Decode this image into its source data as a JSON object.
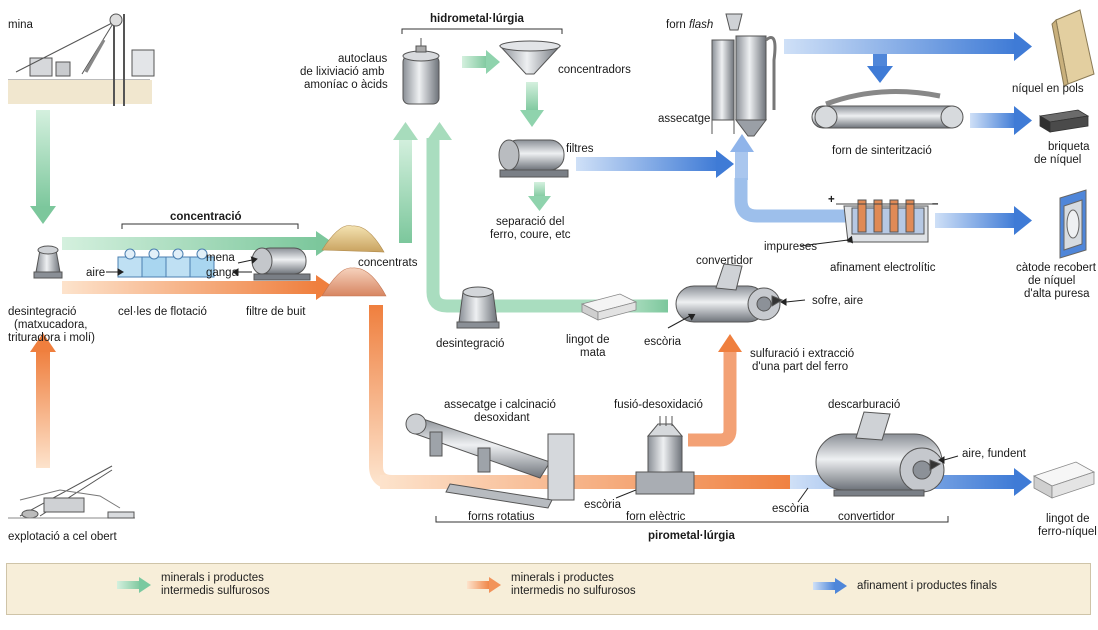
{
  "labels": {
    "mina": "mina",
    "explotacio": "explotació a cel obert",
    "desintegracio1_l1": "desintegració",
    "desintegracio1_l2": "(matxucadora,",
    "desintegracio1_l3": "trituradora i molí)",
    "concentracio": "concentració",
    "celles": "cel·les de flotació",
    "filtre": "filtre de buit",
    "aire": "aire",
    "mena": "mena",
    "ganga": "ganga",
    "concentrats": "concentrats",
    "hidro": "hidrometal·lúrgia",
    "autoclaus_l1": "autoclaus",
    "autoclaus_l2": "de lixiviació amb",
    "autoclaus_l3": "amoníac o àcids",
    "concentradors": "concentradors",
    "filtres": "filtres",
    "separacio_l1": "separació del",
    "separacio_l2": "ferro, coure, etc",
    "forn_flash_a": "forn ",
    "forn_flash_b": "flash",
    "assecatge": "assecatge",
    "niquel_pols": "níquel en pols",
    "forn_sinter": "forn de sinterització",
    "briqueta_l1": "briqueta",
    "briqueta_l2": "de níquel",
    "plus": "+",
    "minus": "–",
    "impureses": "impureses",
    "afinament": "afinament electrolític",
    "catode_l1": "càtode recobert",
    "catode_l2": "de níquel",
    "catode_l3": "d'alta puresa",
    "desintegracio2": "desintegració",
    "lingot_mata_l1": "lingot de",
    "lingot_mata_l2": "mata",
    "escoria1": "escòria",
    "convertidor1": "convertidor",
    "sofre_aire": "sofre, aire",
    "sulfuracio_l1": "sulfuració i extracció",
    "sulfuracio_l2": "d'una part del ferro",
    "assecatge_calc_l1": "assecatge i calcinació",
    "assecatge_calc_l2": "desoxidant",
    "fusio": "fusió-desoxidació",
    "descarb": "descarburació",
    "aire_fundent": "aire, fundent",
    "forns_rotatius": "forns rotatius",
    "escoria2": "escòria",
    "forn_electric": "forn elèctric",
    "escoria3": "escòria",
    "convertidor2": "convertidor",
    "piro": "pirometal·lúrgia",
    "lingot_fn_l1": "lingot de",
    "lingot_fn_l2": "ferro-níquel"
  },
  "legend": [
    {
      "text": "minerals i productes\nintermedis sulfurosos",
      "color": "#79c9a0"
    },
    {
      "text": "minerals i productes\nintermedis no sulfurosos",
      "color": "#f2935a"
    },
    {
      "text": "afinament i productes finals",
      "color": "#4f86d9"
    }
  ],
  "colors": {
    "green": "#8fd3ad",
    "orange": "#f2935a",
    "blue": "#4f86d9",
    "legend_bg": "#f7eed9"
  }
}
